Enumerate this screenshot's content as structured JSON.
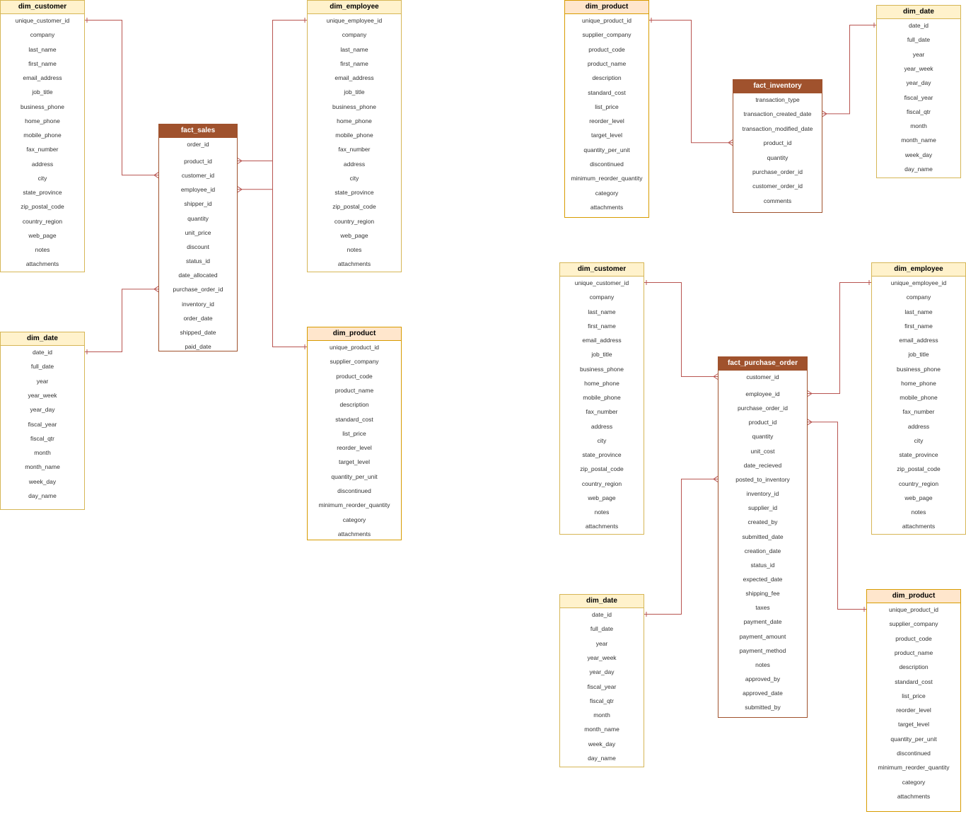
{
  "colors": {
    "dim_border": "#d6b656",
    "dim_header": "#fff2cc",
    "product_border": "#d79b00",
    "product_header": "#ffe6cc",
    "fact_header": "#a0522d",
    "relation_line": "#b85450"
  },
  "tables": [
    {
      "id": "t1",
      "title": "dim_customer",
      "kind": "dim",
      "fields": [
        "unique_customer_id",
        "company",
        "last_name",
        "first_name",
        "email_address",
        "job_title",
        "business_phone",
        "home_phone",
        "mobile_phone",
        "fax_number",
        "address",
        "city",
        "state_province",
        "zip_postal_code",
        "country_region",
        "web_page",
        "notes",
        "attachments"
      ]
    },
    {
      "id": "t2",
      "title": "dim_employee",
      "kind": "dim",
      "fields": [
        "unique_employee_id",
        "company",
        "last_name",
        "first_name",
        "email_address",
        "job_title",
        "business_phone",
        "home_phone",
        "mobile_phone",
        "fax_number",
        "address",
        "city",
        "state_province",
        "zip_postal_code",
        "country_region",
        "web_page",
        "notes",
        "attachments"
      ]
    },
    {
      "id": "t3",
      "title": "fact_sales",
      "kind": "fact",
      "fields": [
        "order_id",
        "product_id",
        "customer_id",
        "employee_id",
        "shipper_id",
        "quantity",
        "unit_price",
        "discount",
        "status_id",
        "date_allocated",
        "purchase_order_id",
        "inventory_id",
        "order_date",
        "shipped_date",
        "paid_date"
      ]
    },
    {
      "id": "t4",
      "title": "dim_date",
      "kind": "dim",
      "fields": [
        "date_id",
        "full_date",
        "year",
        "year_week",
        "year_day",
        "fiscal_year",
        "fiscal_qtr",
        "month",
        "month_name",
        "week_day",
        "day_name"
      ]
    },
    {
      "id": "t5",
      "title": "dim_product",
      "kind": "product",
      "fields": [
        "unique_product_id",
        "supplier_company",
        "product_code",
        "product_name",
        "description",
        "standard_cost",
        "list_price",
        "reorder_level",
        "target_level",
        "quantity_per_unit",
        "discontinued",
        "minimum_reorder_quantity",
        "category",
        "attachments"
      ]
    },
    {
      "id": "t6",
      "title": "dim_product",
      "kind": "product",
      "fields": [
        "unique_product_id",
        "supplier_company",
        "product_code",
        "product_name",
        "description",
        "standard_cost",
        "list_price",
        "reorder_level",
        "target_level",
        "quantity_per_unit",
        "discontinued",
        "minimum_reorder_quantity",
        "category",
        "attachments"
      ]
    },
    {
      "id": "t7",
      "title": "fact_inventory",
      "kind": "fact",
      "fields": [
        "transaction_type",
        "transaction_created_date",
        "transaction_modified_date",
        "product_id",
        "quantity",
        "purchase_order_id",
        "customer_order_id",
        "comments"
      ]
    },
    {
      "id": "t8",
      "title": "dim_date",
      "kind": "dim",
      "fields": [
        "date_id",
        "full_date",
        "year",
        "year_week",
        "year_day",
        "fiscal_year",
        "fiscal_qtr",
        "month",
        "month_name",
        "week_day",
        "day_name"
      ]
    },
    {
      "id": "t9",
      "title": "dim_customer",
      "kind": "dim",
      "fields": [
        "unique_customer_id",
        "company",
        "last_name",
        "first_name",
        "email_address",
        "job_title",
        "business_phone",
        "home_phone",
        "mobile_phone",
        "fax_number",
        "address",
        "city",
        "state_province",
        "zip_postal_code",
        "country_region",
        "web_page",
        "notes",
        "attachments"
      ]
    },
    {
      "id": "t10",
      "title": "fact_purchase_order",
      "kind": "fact",
      "fields": [
        "customer_id",
        "employee_id",
        "purchase_order_id",
        "product_id",
        "quantity",
        "unit_cost",
        "date_recieved",
        "posted_to_inventory",
        "inventory_id",
        "supplier_id",
        "created_by",
        "submitted_date",
        "creation_date",
        "status_id",
        "expected_date",
        "shipping_fee",
        "taxes",
        "payment_date",
        "payment_amount",
        "payment_method",
        "notes",
        "approved_by",
        "approved_date",
        "submitted_by"
      ]
    },
    {
      "id": "t11",
      "title": "dim_employee",
      "kind": "dim",
      "fields": [
        "unique_employee_id",
        "company",
        "last_name",
        "first_name",
        "email_address",
        "job_title",
        "business_phone",
        "home_phone",
        "mobile_phone",
        "fax_number",
        "address",
        "city",
        "state_province",
        "zip_postal_code",
        "country_region",
        "web_page",
        "notes",
        "attachments"
      ]
    },
    {
      "id": "t12",
      "title": "dim_date",
      "kind": "dim",
      "fields": [
        "date_id",
        "full_date",
        "year",
        "year_week",
        "year_day",
        "fiscal_year",
        "fiscal_qtr",
        "month",
        "month_name",
        "week_day",
        "day_name"
      ]
    },
    {
      "id": "t13",
      "title": "dim_product",
      "kind": "product",
      "fields": [
        "unique_product_id",
        "supplier_company",
        "product_code",
        "product_name",
        "description",
        "standard_cost",
        "list_price",
        "reorder_level",
        "target_level",
        "quantity_per_unit",
        "discontinued",
        "minimum_reorder_quantity",
        "category",
        "attachments"
      ]
    }
  ],
  "relations": [
    {
      "from": "t1",
      "from_field": "unique_customer_id",
      "to": "t3",
      "to_field": "customer_id"
    },
    {
      "from": "t2",
      "from_field": "unique_employee_id",
      "to": "t3",
      "to_field": "employee_id"
    },
    {
      "from": "t4",
      "from_field": "date_id",
      "to": "t3",
      "to_field": "purchase_order_id"
    },
    {
      "from": "t5",
      "from_field": "unique_product_id",
      "to": "t3",
      "to_field": "product_id"
    },
    {
      "from": "t6",
      "from_field": "unique_product_id",
      "to": "t7",
      "to_field": "product_id"
    },
    {
      "from": "t8",
      "from_field": "date_id",
      "to": "t7",
      "to_field": "transaction_created_date"
    },
    {
      "from": "t9",
      "from_field": "unique_customer_id",
      "to": "t10",
      "to_field": "customer_id"
    },
    {
      "from": "t11",
      "from_field": "unique_employee_id",
      "to": "t10",
      "to_field": "employee_id"
    },
    {
      "from": "t12",
      "from_field": "date_id",
      "to": "t10",
      "to_field": "posted_to_inventory"
    },
    {
      "from": "t13",
      "from_field": "unique_product_id",
      "to": "t10",
      "to_field": "product_id"
    }
  ]
}
